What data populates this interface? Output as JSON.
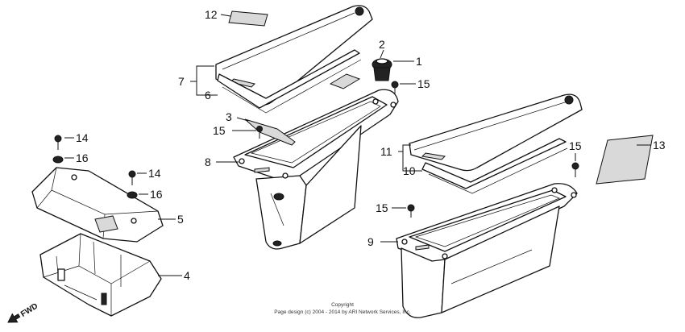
{
  "callouts": [
    "12",
    "2",
    "1",
    "7",
    "6",
    "15",
    "3",
    "15",
    "8",
    "14",
    "16",
    "14",
    "16",
    "5",
    "4",
    "11",
    "10",
    "15",
    "13",
    "15",
    "9"
  ],
  "fwd_label": "FWD",
  "copyright": {
    "line1": "Copyright",
    "line2": "Page design (c) 2004 - 2014 by ARI Network Services, Inc."
  }
}
